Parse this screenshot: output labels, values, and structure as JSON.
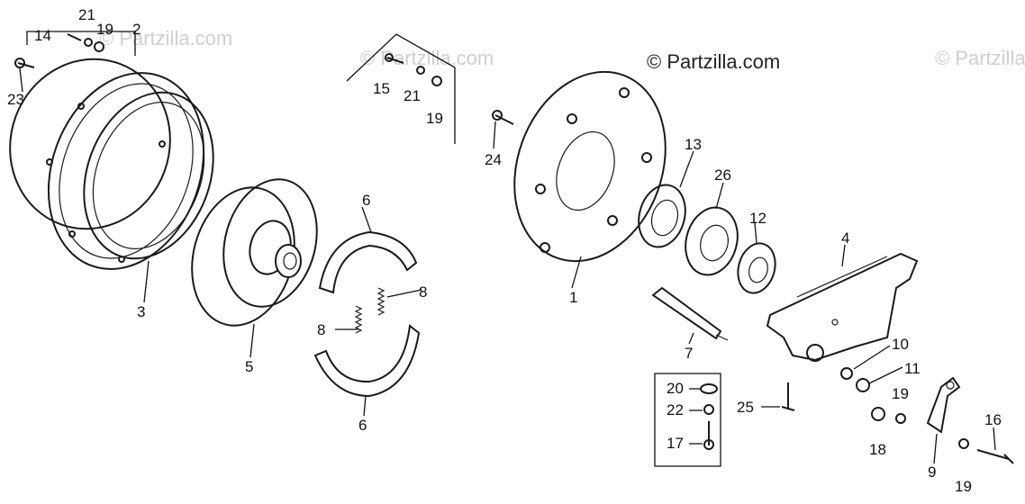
{
  "watermark": {
    "main": "© Partzilla.com",
    "faint": [
      "© Partzilla.com",
      "© Partzilla.com",
      "© Partzilla.com"
    ]
  },
  "labels": {
    "p1": "1",
    "p2": "2",
    "p3": "3",
    "p4": "4",
    "p5": "5",
    "p6a": "6",
    "p6b": "6",
    "p7": "7",
    "p8a": "8",
    "p8b": "8",
    "p9": "9",
    "p10": "10",
    "p11": "11",
    "p12": "12",
    "p13": "13",
    "p14": "14",
    "p15": "15",
    "p16": "16",
    "p17": "17",
    "p18": "18",
    "p19a": "19",
    "p19b": "19",
    "p19c": "19",
    "p19d": "19",
    "p20": "20",
    "p21a": "21",
    "p21b": "21",
    "p22": "22",
    "p23": "23",
    "p24": "24",
    "p25": "25",
    "p26": "26"
  }
}
